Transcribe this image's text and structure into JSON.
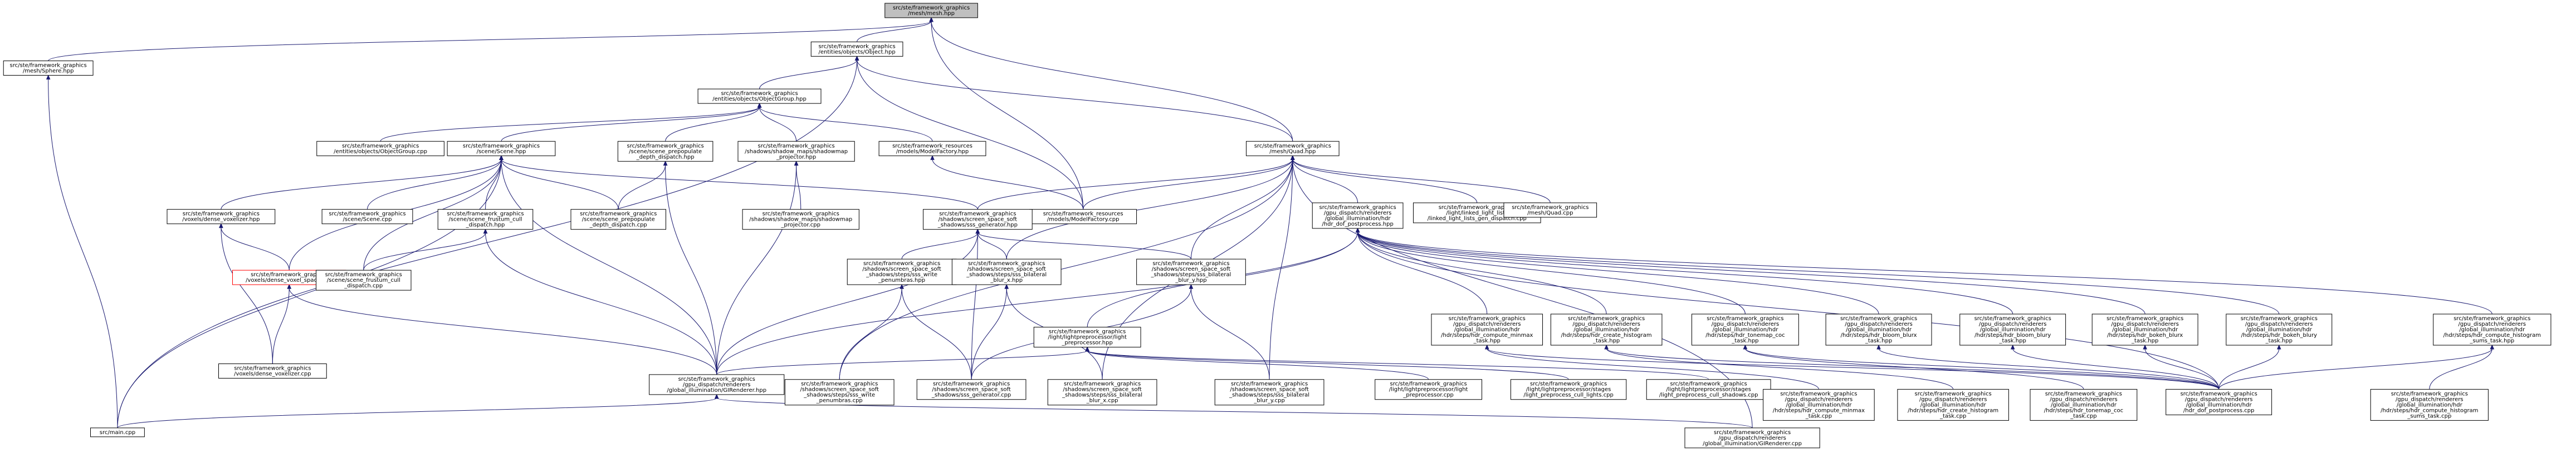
{
  "nodes": [
    {
      "id": "root",
      "lines": [
        "src/ste/framework_graphics",
        "/mesh/mesh.hpp"
      ],
      "root": true
    },
    {
      "id": "object_hpp",
      "lines": [
        "src/ste/framework_graphics",
        "/entities/objects/Object.hpp"
      ]
    },
    {
      "id": "sphere",
      "lines": [
        "src/ste/framework_graphics",
        "/mesh/Sphere.hpp"
      ]
    },
    {
      "id": "objectgroup",
      "lines": [
        "src/ste/framework_graphics",
        "/entities/objects/ObjectGroup.hpp"
      ]
    },
    {
      "id": "quad_hpp",
      "lines": [
        "src/ste/framework_graphics",
        "/mesh/Quad.hpp"
      ]
    },
    {
      "id": "objectgroup_cpp",
      "lines": [
        "src/ste/framework_graphics",
        "/entities/objects/ObjectGroup.cpp"
      ]
    },
    {
      "id": "scene_hpp",
      "lines": [
        "src/ste/framework_graphics",
        "/scene/Scene.hpp"
      ]
    },
    {
      "id": "prepopulate_hpp",
      "lines": [
        "src/ste/framework_graphics",
        "/scene/scene_prepopulate",
        "_depth_dispatch.hpp"
      ]
    },
    {
      "id": "shadowmap_proj_hpp",
      "lines": [
        "src/ste/framework_graphics",
        "/shadows/shadow_maps/shadowmap",
        "_projector.hpp"
      ]
    },
    {
      "id": "modelfactory_hpp",
      "lines": [
        "src/ste/framework_resources",
        "/models/ModelFactory.hpp"
      ]
    },
    {
      "id": "hdr_hpp",
      "lines": [
        "src/ste/framework_graphics",
        "/gpu_dispatch/renderers",
        "/global_illumination/hdr",
        "/hdr_dof_postprocess.hpp"
      ]
    },
    {
      "id": "linked_light",
      "lines": [
        "src/ste/framework_graphics",
        "/light/linked_light_lists",
        "/linked_light_lists_gen_dispatch.cpp"
      ]
    },
    {
      "id": "quad_cpp",
      "lines": [
        "src/ste/framework_graphics",
        "/mesh/Quad.cpp"
      ]
    },
    {
      "id": "dense_voxelizer_hpp",
      "lines": [
        "src/ste/framework_graphics",
        "/voxels/dense_voxelizer.hpp"
      ]
    },
    {
      "id": "scene_cpp",
      "lines": [
        "src/ste/framework_graphics",
        "/scene/Scene.cpp"
      ]
    },
    {
      "id": "frustum_cull_hpp",
      "lines": [
        "src/ste/framework_graphics",
        "/scene/scene_frustum_cull",
        "_dispatch.hpp"
      ]
    },
    {
      "id": "prepopulate_cpp",
      "lines": [
        "src/ste/framework_graphics",
        "/scene/scene_prepopulate",
        "_depth_dispatch.cpp"
      ]
    },
    {
      "id": "shadowmap_proj_cpp",
      "lines": [
        "src/ste/framework_graphics",
        "/shadows/shadow_maps/shadowmap",
        "_projector.cpp"
      ]
    },
    {
      "id": "modelfactory_cpp",
      "lines": [
        "src/ste/framework_resources",
        "/models/ModelFactory.cpp"
      ]
    },
    {
      "id": "sss_gen_hpp",
      "lines": [
        "src/ste/framework_graphics",
        "/shadows/screen_space_soft",
        "_shadows/sss_generator.hpp"
      ]
    },
    {
      "id": "dense_voxel_space",
      "lines": [
        "src/ste/framework_graphics",
        "/voxels/dense_voxel_space.hpp"
      ],
      "red": true
    },
    {
      "id": "frustum_cull_cpp",
      "lines": [
        "src/ste/framework_graphics",
        "/scene/scene_frustum_cull",
        "_dispatch.cpp"
      ]
    },
    {
      "id": "sss_write_hpp",
      "lines": [
        "src/ste/framework_graphics",
        "/shadows/screen_space_soft",
        "_shadows/steps/sss_write",
        "_penumbras.hpp"
      ]
    },
    {
      "id": "sss_bilat_x_hpp",
      "lines": [
        "src/ste/framework_graphics",
        "/shadows/screen_space_soft",
        "_shadows/steps/sss_bilateral",
        "_blur_x.hpp"
      ]
    },
    {
      "id": "sss_bilat_y_hpp",
      "lines": [
        "src/ste/framework_graphics",
        "/shadows/screen_space_soft",
        "_shadows/steps/sss_bilateral",
        "_blur_y.hpp"
      ]
    },
    {
      "id": "light_pre_hpp",
      "lines": [
        "src/ste/framework_graphics",
        "/light/lightpreprocessor/light",
        "_preprocessor.hpp"
      ]
    },
    {
      "id": "hdr_minmax_hpp",
      "lines": [
        "src/ste/framework_graphics",
        "/gpu_dispatch/renderers",
        "/global_illumination/hdr",
        "/hdr/steps/hdr_compute_minmax",
        "_task.hpp"
      ]
    },
    {
      "id": "hdr_hist_hpp",
      "lines": [
        "src/ste/framework_graphics",
        "/gpu_dispatch/renderers",
        "/global_illumination/hdr",
        "/hdr/steps/hdr_create_histogram",
        "_task.hpp"
      ]
    },
    {
      "id": "hdr_tonemap_hpp",
      "lines": [
        "src/ste/framework_graphics",
        "/gpu_dispatch/renderers",
        "/global_illumination/hdr",
        "/hdr/steps/hdr_tonemap_coc",
        "_task.hpp"
      ]
    },
    {
      "id": "hdr_bloomx_hpp",
      "lines": [
        "src/ste/framework_graphics",
        "/gpu_dispatch/renderers",
        "/global_illumination/hdr",
        "/hdr/steps/hdr_bloom_blurx",
        "_task.hpp"
      ]
    },
    {
      "id": "hdr_bloomy_hpp",
      "lines": [
        "src/ste/framework_graphics",
        "/gpu_dispatch/renderers",
        "/global_illumination/hdr",
        "/hdr/steps/hdr_bloom_blury",
        "_task.hpp"
      ]
    },
    {
      "id": "hdr_bokehx_hpp",
      "lines": [
        "src/ste/framework_graphics",
        "/gpu_dispatch/renderers",
        "/global_illumination/hdr",
        "/hdr/steps/hdr_bokeh_blurx",
        "_task.hpp"
      ]
    },
    {
      "id": "hdr_bokehy_hpp",
      "lines": [
        "src/ste/framework_graphics",
        "/gpu_dispatch/renderers",
        "/global_illumination/hdr",
        "/hdr/steps/hdr_bokeh_blury",
        "_task.hpp"
      ]
    },
    {
      "id": "hdr_sums_hpp",
      "lines": [
        "src/ste/framework_graphics",
        "/gpu_dispatch/renderers",
        "/global_illumination/hdr",
        "/hdr/steps/hdr_compute_histogram",
        "_sums_task.hpp"
      ]
    },
    {
      "id": "dense_voxelizer_cpp",
      "lines": [
        "src/ste/framework_graphics",
        "/voxels/dense_voxelizer.cpp"
      ]
    },
    {
      "id": "girenderer_hpp",
      "lines": [
        "src/ste/framework_graphics",
        "/gpu_dispatch/renderers",
        "/global_illumination/GIRenderer.hpp"
      ]
    },
    {
      "id": "sss_write_cpp",
      "lines": [
        "src/ste/framework_graphics",
        "/shadows/screen_space_soft",
        "_shadows/steps/sss_write",
        "_penumbras.cpp"
      ]
    },
    {
      "id": "sss_gen_cpp",
      "lines": [
        "src/ste/framework_graphics",
        "/shadows/screen_space_soft",
        "_shadows/sss_generator.cpp"
      ]
    },
    {
      "id": "sss_bilat_x_cpp",
      "lines": [
        "src/ste/framework_graphics",
        "/shadows/screen_space_soft",
        "_shadows/steps/sss_bilateral",
        "_blur_x.cpp"
      ]
    },
    {
      "id": "sss_bilat_y_cpp",
      "lines": [
        "src/ste/framework_graphics",
        "/shadows/screen_space_soft",
        "_shadows/steps/sss_bilateral",
        "_blur_y.cpp"
      ]
    },
    {
      "id": "light_pre_cpp",
      "lines": [
        "src/ste/framework_graphics",
        "/light/lightpreprocessor/light",
        "_preprocessor.cpp"
      ]
    },
    {
      "id": "light_cull",
      "lines": [
        "src/ste/framework_graphics",
        "/light/lightpreprocessor/stages",
        "/light_preprocess_cull_lights.cpp"
      ]
    },
    {
      "id": "light_cull_shadows",
      "lines": [
        "src/ste/framework_graphics",
        "/light/lightpreprocessor/stages",
        "/light_preprocess_cull_shadows.cpp"
      ]
    },
    {
      "id": "hdr_minmax_cpp",
      "lines": [
        "src/ste/framework_graphics",
        "/gpu_dispatch/renderers",
        "/global_illumination/hdr",
        "/hdr/steps/hdr_compute_minmax",
        "_task.cpp"
      ]
    },
    {
      "id": "hdr_hist_cpp",
      "lines": [
        "src/ste/framework_graphics",
        "/gpu_dispatch/renderers",
        "/global_illumination/hdr",
        "/hdr/steps/hdr_create_histogram",
        "_task.cpp"
      ]
    },
    {
      "id": "hdr_tonemap_cpp",
      "lines": [
        "src/ste/framework_graphics",
        "/gpu_dispatch/renderers",
        "/global_illumination/hdr",
        "/hdr/steps/hdr_tonemap_coc",
        "_task.cpp"
      ]
    },
    {
      "id": "hdr_cpp",
      "lines": [
        "src/ste/framework_graphics",
        "/gpu_dispatch/renderers",
        "/global_illumination/hdr",
        "/hdr_dof_postprocess.cpp"
      ]
    },
    {
      "id": "hdr_sums_cpp",
      "lines": [
        "src/ste/framework_graphics",
        "/gpu_dispatch/renderers",
        "/global_illumination/hdr",
        "/hdr/steps/hdr_compute_histogram",
        "_sums_task.cpp"
      ]
    },
    {
      "id": "main_cpp",
      "lines": [
        "src/main.cpp"
      ]
    },
    {
      "id": "girenderer_cpp",
      "lines": [
        "src/ste/framework_graphics",
        "/gpu_dispatch/renderers",
        "/global_illumination/GIRenderer.cpp"
      ]
    }
  ],
  "edges": [
    [
      "object_hpp",
      "root"
    ],
    [
      "sphere",
      "root"
    ],
    [
      "quad_hpp",
      "root"
    ],
    [
      "modelfactory_cpp",
      "root"
    ],
    [
      "objectgroup",
      "object_hpp"
    ],
    [
      "main_cpp",
      "object_hpp"
    ],
    [
      "quad_hpp",
      "object_hpp"
    ],
    [
      "modelfactory_cpp",
      "object_hpp"
    ],
    [
      "main_cpp",
      "sphere"
    ],
    [
      "objectgroup_cpp",
      "objectgroup"
    ],
    [
      "scene_hpp",
      "objectgroup"
    ],
    [
      "prepopulate_hpp",
      "objectgroup"
    ],
    [
      "shadowmap_proj_hpp",
      "objectgroup"
    ],
    [
      "modelfactory_hpp",
      "objectgroup"
    ],
    [
      "modelfactory_cpp",
      "quad_hpp"
    ],
    [
      "hdr_hpp",
      "quad_hpp"
    ],
    [
      "linked_light",
      "quad_hpp"
    ],
    [
      "quad_cpp",
      "quad_hpp"
    ],
    [
      "sss_gen_hpp",
      "quad_hpp"
    ],
    [
      "sss_bilat_x_hpp",
      "quad_hpp"
    ],
    [
      "sss_bilat_y_hpp",
      "quad_hpp"
    ],
    [
      "sss_write_cpp",
      "quad_hpp"
    ],
    [
      "sss_bilat_x_cpp",
      "quad_hpp"
    ],
    [
      "sss_bilat_y_cpp",
      "quad_hpp"
    ],
    [
      "girenderer_cpp",
      "quad_hpp"
    ],
    [
      "dense_voxelizer_hpp",
      "scene_hpp"
    ],
    [
      "scene_cpp",
      "scene_hpp"
    ],
    [
      "frustum_cull_hpp",
      "scene_hpp"
    ],
    [
      "prepopulate_cpp",
      "scene_hpp"
    ],
    [
      "sss_gen_hpp",
      "scene_hpp"
    ],
    [
      "dense_voxel_space",
      "scene_hpp"
    ],
    [
      "frustum_cull_cpp",
      "scene_hpp"
    ],
    [
      "girenderer_hpp",
      "scene_hpp"
    ],
    [
      "main_cpp",
      "scene_hpp"
    ],
    [
      "prepopulate_cpp",
      "prepopulate_hpp"
    ],
    [
      "girenderer_hpp",
      "prepopulate_hpp"
    ],
    [
      "shadowmap_proj_cpp",
      "shadowmap_proj_hpp"
    ],
    [
      "girenderer_hpp",
      "shadowmap_proj_hpp"
    ],
    [
      "modelfactory_cpp",
      "modelfactory_hpp"
    ],
    [
      "light_pre_hpp",
      "hdr_hpp"
    ],
    [
      "hdr_minmax_hpp",
      "hdr_hpp"
    ],
    [
      "hdr_hist_hpp",
      "hdr_hpp"
    ],
    [
      "hdr_tonemap_hpp",
      "hdr_hpp"
    ],
    [
      "hdr_bloomx_hpp",
      "hdr_hpp"
    ],
    [
      "hdr_bloomy_hpp",
      "hdr_hpp"
    ],
    [
      "hdr_bokehx_hpp",
      "hdr_hpp"
    ],
    [
      "hdr_bokehy_hpp",
      "hdr_hpp"
    ],
    [
      "hdr_sums_hpp",
      "hdr_hpp"
    ],
    [
      "girenderer_hpp",
      "hdr_hpp"
    ],
    [
      "hdr_cpp",
      "hdr_hpp"
    ],
    [
      "dense_voxel_space",
      "dense_voxelizer_hpp"
    ],
    [
      "dense_voxelizer_cpp",
      "dense_voxelizer_hpp"
    ],
    [
      "frustum_cull_cpp",
      "frustum_cull_hpp"
    ],
    [
      "girenderer_hpp",
      "frustum_cull_hpp"
    ],
    [
      "sss_write_hpp",
      "sss_gen_hpp"
    ],
    [
      "sss_bilat_x_hpp",
      "sss_gen_hpp"
    ],
    [
      "sss_bilat_y_hpp",
      "sss_gen_hpp"
    ],
    [
      "sss_gen_cpp",
      "sss_gen_hpp"
    ],
    [
      "girenderer_hpp",
      "sss_gen_hpp"
    ],
    [
      "dense_voxelizer_cpp",
      "dense_voxel_space"
    ],
    [
      "girenderer_hpp",
      "dense_voxel_space"
    ],
    [
      "sss_write_cpp",
      "sss_write_hpp"
    ],
    [
      "sss_gen_cpp",
      "sss_write_hpp"
    ],
    [
      "sss_bilat_x_cpp",
      "sss_bilat_x_hpp"
    ],
    [
      "sss_gen_cpp",
      "sss_bilat_x_hpp"
    ],
    [
      "sss_bilat_y_cpp",
      "sss_bilat_y_hpp"
    ],
    [
      "sss_gen_cpp",
      "sss_bilat_y_hpp"
    ],
    [
      "light_pre_cpp",
      "light_pre_hpp"
    ],
    [
      "light_cull",
      "light_pre_hpp"
    ],
    [
      "light_cull_shadows",
      "light_pre_hpp"
    ],
    [
      "girenderer_hpp",
      "light_pre_hpp"
    ],
    [
      "hdr_minmax_cpp",
      "hdr_minmax_hpp"
    ],
    [
      "hdr_cpp",
      "hdr_minmax_hpp"
    ],
    [
      "hdr_hist_cpp",
      "hdr_hist_hpp"
    ],
    [
      "hdr_cpp",
      "hdr_hist_hpp"
    ],
    [
      "hdr_tonemap_cpp",
      "hdr_tonemap_hpp"
    ],
    [
      "hdr_cpp",
      "hdr_tonemap_hpp"
    ],
    [
      "hdr_cpp",
      "hdr_bloomx_hpp"
    ],
    [
      "hdr_cpp",
      "hdr_bloomy_hpp"
    ],
    [
      "hdr_cpp",
      "hdr_bokehx_hpp"
    ],
    [
      "hdr_cpp",
      "hdr_bokehy_hpp"
    ],
    [
      "hdr_sums_cpp",
      "hdr_sums_hpp"
    ],
    [
      "hdr_cpp",
      "hdr_sums_hpp"
    ],
    [
      "main_cpp",
      "girenderer_hpp"
    ],
    [
      "girenderer_cpp",
      "girenderer_hpp"
    ]
  ]
}
